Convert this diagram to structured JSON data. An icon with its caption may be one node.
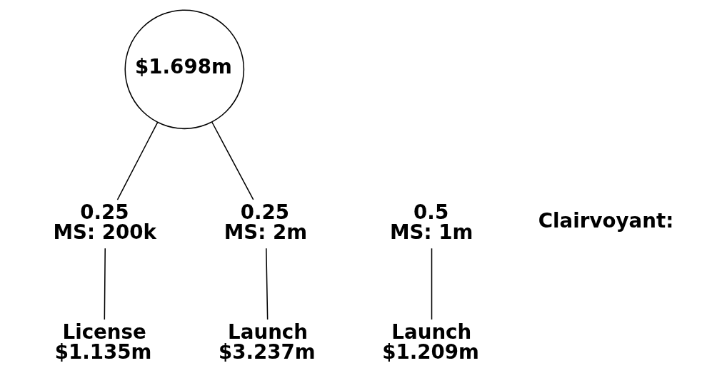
{
  "diagram": {
    "nodes": [
      {
        "text": [
          "$1.698m"
        ]
      },
      {
        "text": [
          "0.25",
          "MS: 200k"
        ]
      },
      {
        "text": [
          "0.5",
          "MS: 1m"
        ]
      },
      {
        "text": [
          "0.25",
          "MS: 2m"
        ]
      },
      {
        "text": [
          "License",
          "$1.135m"
        ]
      },
      {
        "text": [
          "Launch",
          "$1.209m"
        ]
      },
      {
        "text": [
          "Launch",
          "$3.237m"
        ]
      }
    ],
    "edges": [
      {
        "from": 0,
        "to": 1,
        "arrow": "none"
      },
      {
        "from": 0,
        "to": 3,
        "arrow": "none"
      },
      {
        "from": 1,
        "to": 4,
        "arrow": "none"
      },
      {
        "from": 2,
        "to": 5,
        "arrow": "none"
      },
      {
        "from": 3,
        "to": 6,
        "arrow": "none"
      }
    ],
    "labels": [
      "Clairvoyant:"
    ]
  }
}
